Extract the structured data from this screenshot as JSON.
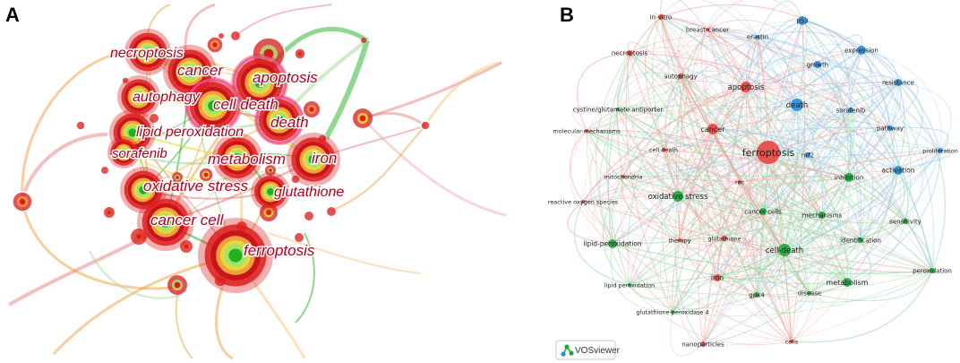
{
  "panels": {
    "a": {
      "letter": "A"
    },
    "b": {
      "letter": "B"
    }
  },
  "colors": {
    "a_red": "#d81b1b",
    "a_green": "#22b022",
    "a_yellow": "#e6d83a",
    "a_orange": "#f0a040",
    "b_red": "#e8453c",
    "b_green": "#1fa83a",
    "b_blue": "#2a8fd8"
  },
  "network_a": {
    "nodes": [
      {
        "label": "necroptosis",
        "size": 3
      },
      {
        "label": "cancer",
        "size": 4
      },
      {
        "label": "apoptosis",
        "size": 4
      },
      {
        "label": "autophagy",
        "size": 3
      },
      {
        "label": "cell death",
        "size": 4
      },
      {
        "label": "lipid peroxidation",
        "size": 3
      },
      {
        "label": "death",
        "size": 3
      },
      {
        "label": "iron",
        "size": 4
      },
      {
        "label": "sorafenib",
        "size": 2
      },
      {
        "label": "metabolism",
        "size": 3
      },
      {
        "label": "oxidative stress",
        "size": 4
      },
      {
        "label": "glutathione",
        "size": 3
      },
      {
        "label": "cancer cell",
        "size": 4
      },
      {
        "label": "ferroptosis",
        "size": 5
      }
    ]
  },
  "network_b": {
    "nodes": [
      {
        "label": "in-vitro",
        "cluster": "red"
      },
      {
        "label": "breast-cancer",
        "cluster": "red"
      },
      {
        "label": "p53",
        "cluster": "blue"
      },
      {
        "label": "erastin",
        "cluster": "blue"
      },
      {
        "label": "expression",
        "cluster": "blue"
      },
      {
        "label": "necroptosis",
        "cluster": "red"
      },
      {
        "label": "growth",
        "cluster": "blue"
      },
      {
        "label": "autophagy",
        "cluster": "red"
      },
      {
        "label": "apoptosis",
        "cluster": "red"
      },
      {
        "label": "resistance",
        "cluster": "blue"
      },
      {
        "label": "death",
        "cluster": "blue"
      },
      {
        "label": "sorafenib",
        "cluster": "blue"
      },
      {
        "label": "cystine/glutamate antiporter",
        "cluster": "green"
      },
      {
        "label": "molecular-mechanisms",
        "cluster": "red"
      },
      {
        "label": "cancer",
        "cluster": "red"
      },
      {
        "label": "pathway",
        "cluster": "blue"
      },
      {
        "label": "cell death",
        "cluster": "red"
      },
      {
        "label": "ferroptosis",
        "cluster": "red"
      },
      {
        "label": "nrf2",
        "cluster": "blue"
      },
      {
        "label": "proliferation",
        "cluster": "blue"
      },
      {
        "label": "activation",
        "cluster": "blue"
      },
      {
        "label": "mitochondria",
        "cluster": "red"
      },
      {
        "label": "inhibition",
        "cluster": "green"
      },
      {
        "label": "oxidative stress",
        "cluster": "green"
      },
      {
        "label": "roc",
        "cluster": "red"
      },
      {
        "label": "reactive oxygen species",
        "cluster": "red"
      },
      {
        "label": "cancer cells",
        "cluster": "green"
      },
      {
        "label": "mechanisms",
        "cluster": "green"
      },
      {
        "label": "sensitivity",
        "cluster": "green"
      },
      {
        "label": "lipid-peroxidation",
        "cluster": "green"
      },
      {
        "label": "therapy",
        "cluster": "red"
      },
      {
        "label": "glutathione",
        "cluster": "red"
      },
      {
        "label": "cell-death",
        "cluster": "green"
      },
      {
        "label": "identification",
        "cluster": "green"
      },
      {
        "label": "peroxidation",
        "cluster": "green"
      },
      {
        "label": "iron",
        "cluster": "red"
      },
      {
        "label": "lipid peroxidation",
        "cluster": "green"
      },
      {
        "label": "metabolism",
        "cluster": "green"
      },
      {
        "label": "gpx4",
        "cluster": "green"
      },
      {
        "label": "disease",
        "cluster": "green"
      },
      {
        "label": "glutathione-peroxidase 4",
        "cluster": "green"
      },
      {
        "label": "nanoparticles",
        "cluster": "red"
      },
      {
        "label": "cells",
        "cluster": "red"
      }
    ]
  },
  "vosviewer": {
    "label": "VOSviewer",
    "icon": "vosviewer-logo-icon"
  }
}
